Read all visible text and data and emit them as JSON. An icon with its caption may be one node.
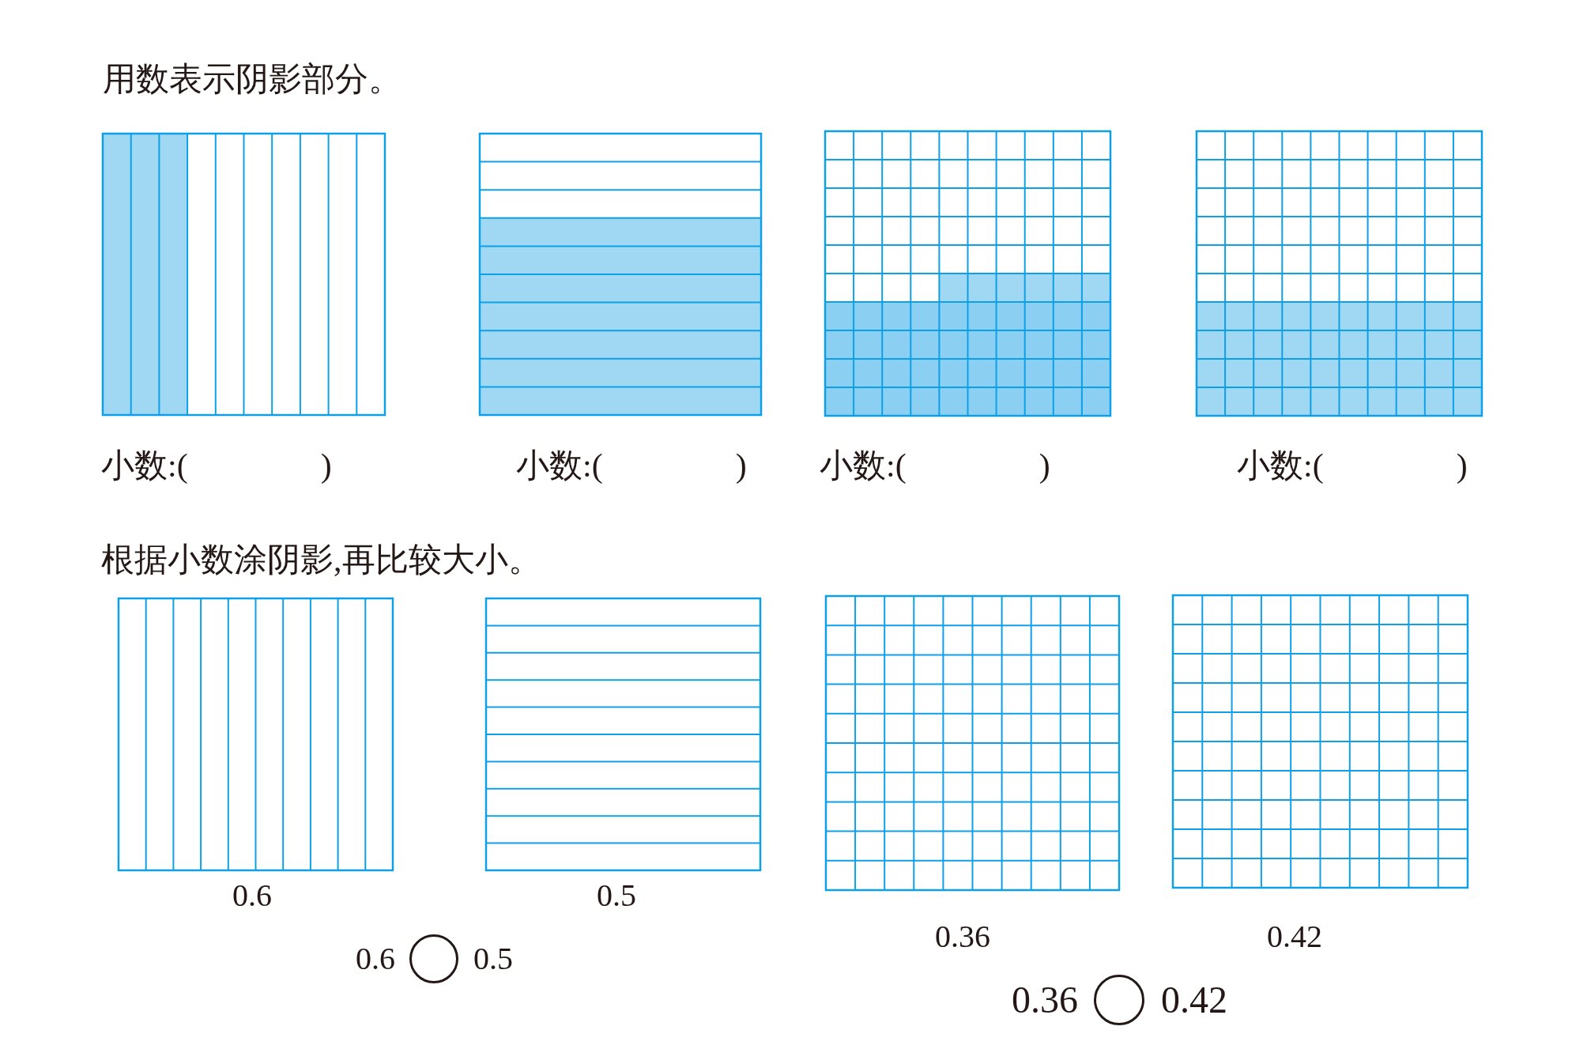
{
  "diagram": {
    "labels": [
      "用数表示阴影部分。",
      "小数:(　　　　)",
      "小数:(　　　　)",
      "小数:(　　　　)",
      "小数:(　　　　)",
      "根据小数涂阴影,再比较大小。",
      "0.6",
      "0.5",
      "0.36",
      "0.42",
      "0.6",
      "0.5",
      "0.36",
      "0.42"
    ]
  }
}
